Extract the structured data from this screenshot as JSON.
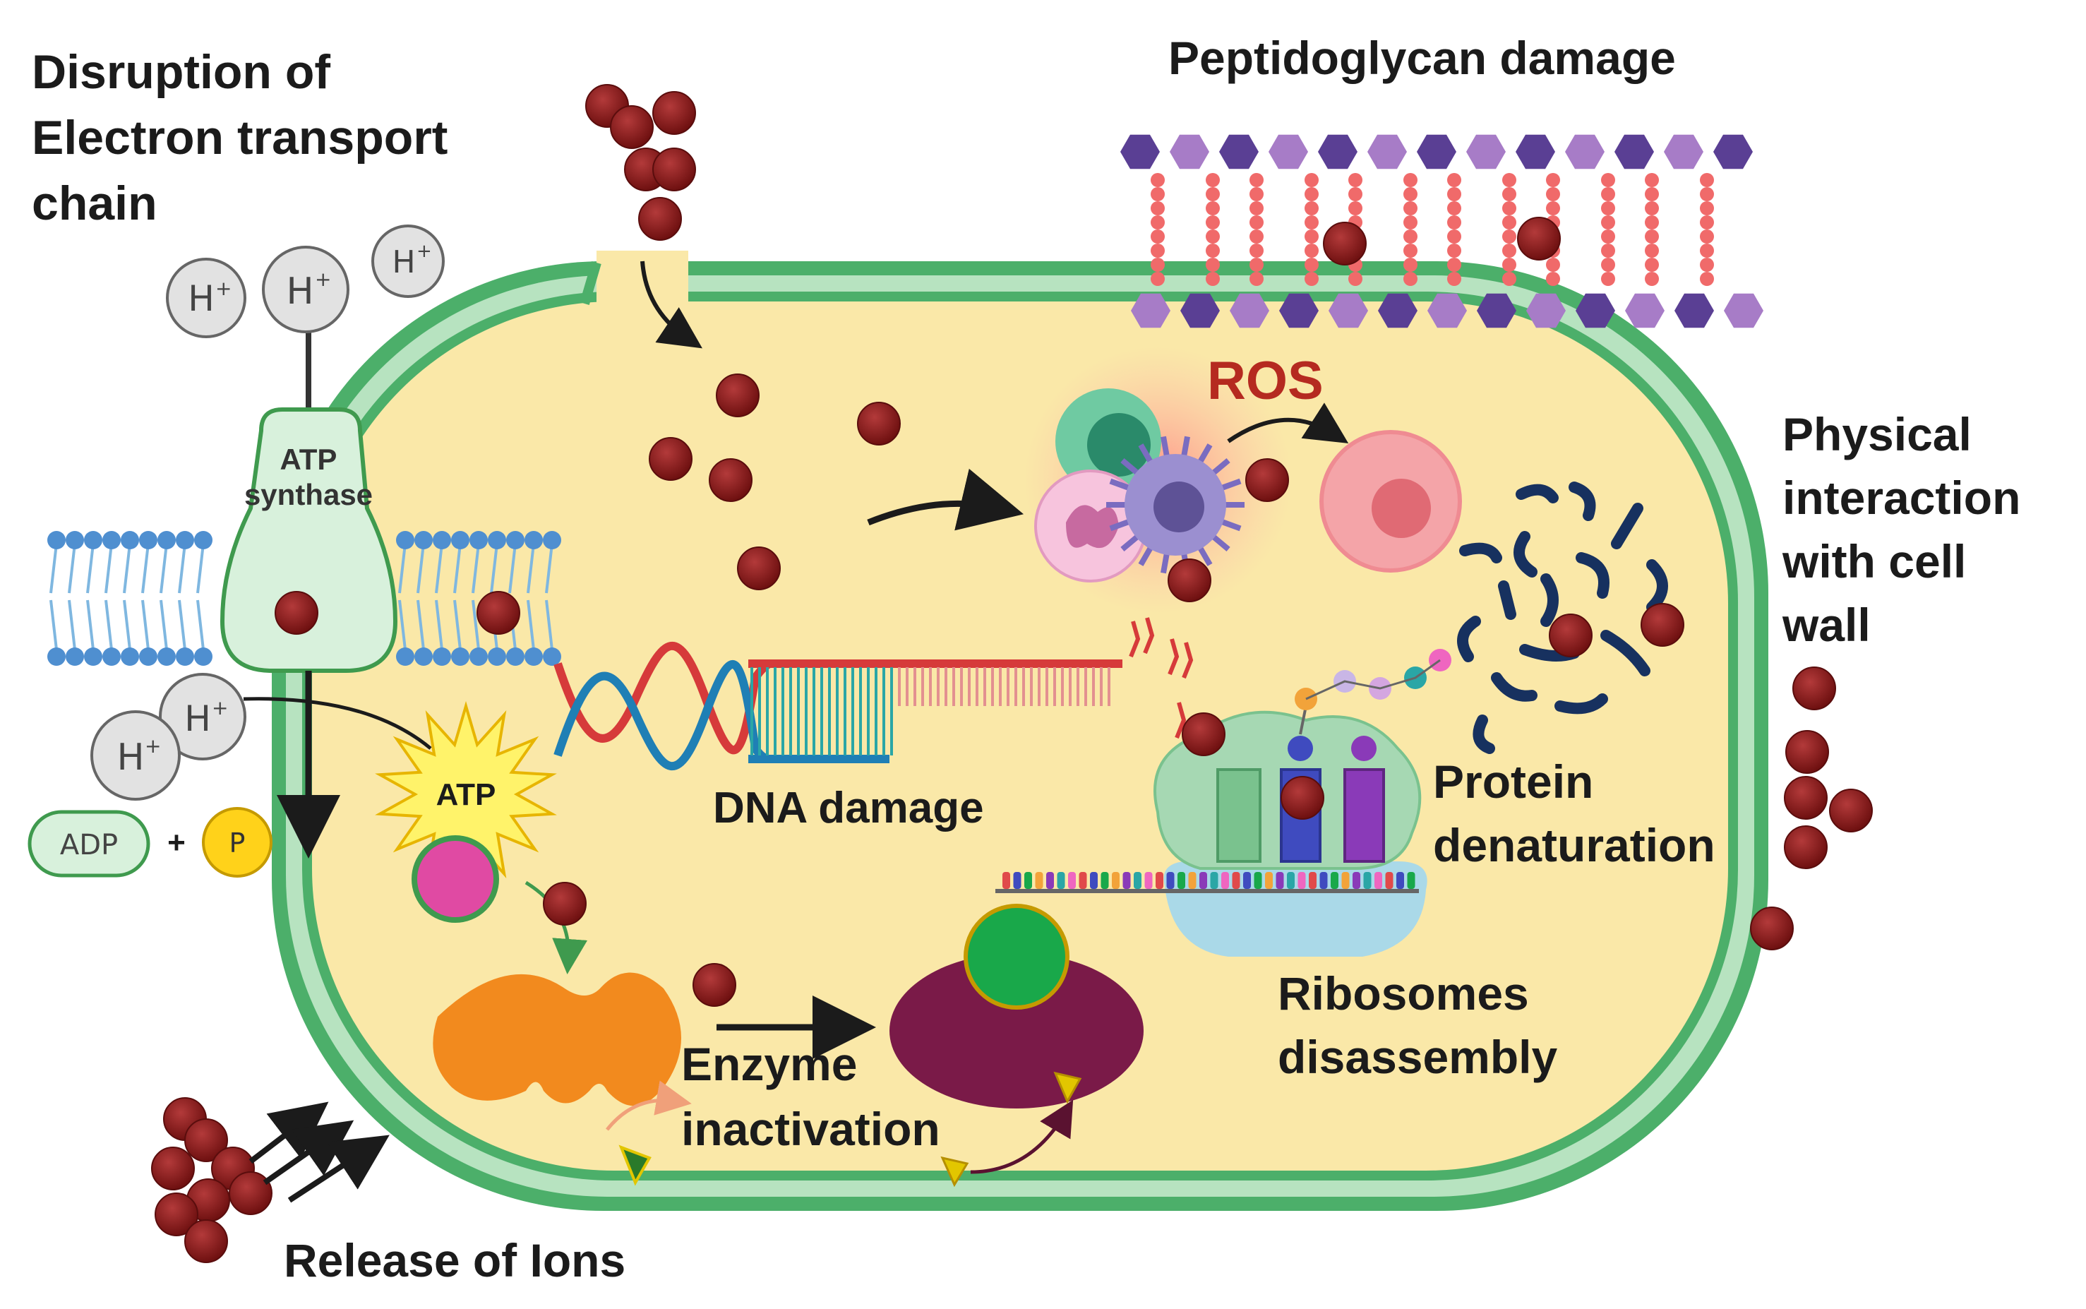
{
  "labels": {
    "etc_line1": "Disruption of",
    "etc_line2": "Electron transport",
    "etc_line3": "chain",
    "peptidoglycan": "Peptidoglycan damage",
    "ros": "ROS",
    "physical_line1": "Physical",
    "physical_line2": "interaction",
    "physical_line3": "with cell",
    "physical_line4": "wall",
    "atp_synthase_line1": "ATP",
    "atp_synthase_line2": "synthase",
    "atp": "ATP",
    "adp": "ADP",
    "plus": "+",
    "phosphate": "P",
    "proton": "H",
    "proton_sup": "+",
    "dna_damage": "DNA damage",
    "protein_line1": "Protein",
    "protein_line2": "denaturation",
    "ribosome_line1": "Ribosomes",
    "ribosome_line2": "disassembly",
    "enzyme_line1": "Enzyme",
    "enzyme_line2": "inactivation",
    "release_ions": "Release of Ions"
  },
  "colors": {
    "cytoplasm": "#fae8a8",
    "membrane": "#4caf6a",
    "membrane_light": "#b7e3c0",
    "nanoparticle": "#8b1a1a",
    "ros_text": "#b52a20",
    "enzyme": "#f28a1e",
    "enzyme_inactive": "#7a1a48",
    "dna_red": "#d63a3a",
    "dna_blue": "#1f7fb5",
    "dna_teal": "#2aa6a6",
    "peptidoglycan_dark": "#5a3f94",
    "peptidoglycan_light": "#a77cc7",
    "peptide_links": "#f06a6a",
    "protein_fragments": "#17315f",
    "ribosome_large": "#a6d8b3",
    "ribosome_small": "#aad9e8"
  }
}
